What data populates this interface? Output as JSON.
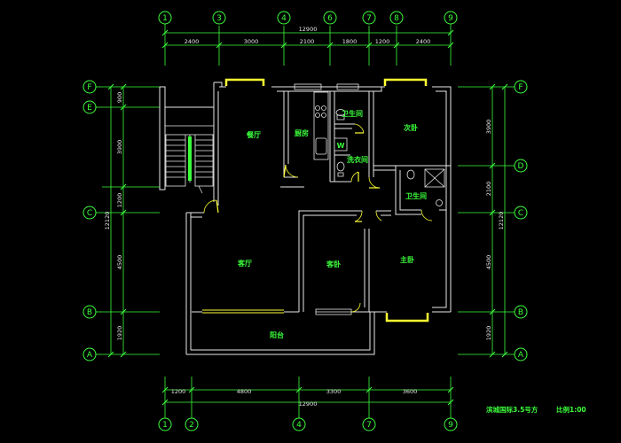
{
  "grid": {
    "top_numbers": [
      "1",
      "3",
      "4",
      "6",
      "7",
      "8",
      "9"
    ],
    "bottom_numbers": [
      "1",
      "2",
      "4",
      "7",
      "9"
    ],
    "left_letters": [
      "F",
      "E",
      "C",
      "B",
      "A"
    ],
    "right_letters": [
      "F",
      "D",
      "C",
      "B",
      "A"
    ]
  },
  "dims": {
    "top_total": "12900",
    "top_segments": [
      "2400",
      "3000",
      "2100",
      "1800",
      "1200",
      "2400"
    ],
    "bottom_segments": [
      "1200",
      "4800",
      "3300",
      "3600"
    ],
    "bottom_total": "12900",
    "left_segments": [
      "900",
      "3900",
      "1200",
      "4500",
      "1920"
    ],
    "left_total": "12120",
    "right_segments": [
      "3900",
      "2100",
      "4500",
      "1920"
    ],
    "right_total": "12120"
  },
  "rooms": {
    "dining": "餐厅",
    "kitchen": "厨房",
    "bath_top": "卫生间",
    "laundry": "洗衣间",
    "bedroom": "次卧",
    "bath_right": "卫生间",
    "living": "客厅",
    "guest": "客卧",
    "master": "主卧",
    "balcony": "阳台"
  },
  "fixtures": {
    "washer_glyph": "W"
  },
  "caption": {
    "title": "滨城国际3.5号方",
    "scale": "比例1:00"
  }
}
